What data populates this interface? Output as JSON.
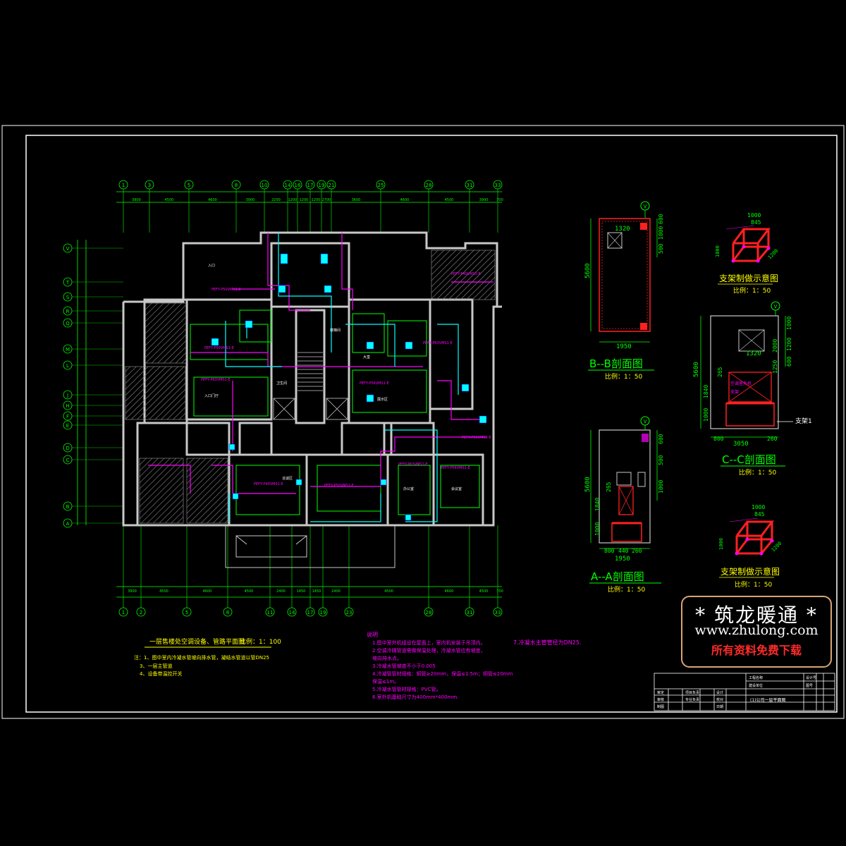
{
  "colors": {
    "background": "#000000",
    "frame": "#ffffff",
    "wall": "#c8c8c8",
    "dimension": "#00ff00",
    "pipe_magenta": "#ff00ff",
    "pipe_cyan": "#00ffff",
    "section_red": "#ff2020",
    "label_yellow": "#ffff00",
    "annotation_green": "#00ff00"
  },
  "top_axes": [
    "1",
    "3",
    "5",
    "8",
    "10",
    "14",
    "16",
    "17",
    "19",
    "21",
    "25",
    "28",
    "31",
    "33"
  ],
  "bottom_axes": [
    "1",
    "2",
    "5",
    "8",
    "11",
    "14",
    "17",
    "19",
    "23",
    "28",
    "31",
    "33"
  ],
  "left_axes": [
    "V",
    "T",
    "S",
    "R",
    "Q",
    "M",
    "L",
    "J",
    "H",
    "F",
    "E",
    "D",
    "C",
    "B",
    "A"
  ],
  "top_dims": [
    "3900",
    "4500",
    "4600",
    "3900",
    "2200",
    "1200",
    "1200",
    "1200",
    "2700",
    "3600",
    "4600",
    "4500",
    "3900",
    "700"
  ],
  "bottom_dims": [
    "3900",
    "4500",
    "4600",
    "4500",
    "2400",
    "1450",
    "1450",
    "2400",
    "4500",
    "4600",
    "4500",
    "700"
  ],
  "plan": {
    "caption": "一层售楼处空调设备、管路平面图",
    "scale": "比例：1：100",
    "notes": [
      "注：1、图中室内冷凝水管坡向排水管，凝结水管道以管DN25",
      "3、一层主管道",
      "4、设备带温控开关"
    ],
    "unit_labels": [
      "PEFY-P50VMS1-E",
      "PEFY-P63VMS1-E",
      "PEFY-P56VMS1-E",
      "PEFY-P40VMS1-E"
    ],
    "room_labels": [
      "入口",
      "楼梯间",
      "卫生间",
      "大堂",
      "入口门厅",
      "洽谈区",
      "办公室",
      "会议室",
      "展示区"
    ]
  },
  "general_notes": {
    "title": "说明",
    "lines": [
      "1.图中室外机组设在屋面上，室内机安装于吊顶内。",
      "2.空调冷媒管道需做保温处理，冷凝水管应有坡度，",
      "  坡向排水点。",
      "3.冷凝水管坡度不小于0.005",
      "4.冷凝管管材规格：铜管≥20mm，保温≤1.5m；铜管≤20mm",
      "  保温≤1m。",
      "5.冷凝水管管材规格：PVC管。",
      "6.室外机基础尺寸为400mm*400mm."
    ],
    "extra": "7.冷凝水主管管径为DN25."
  },
  "sections": {
    "bb_title": "B--B剖面图",
    "bb_scale": "比例：1：50",
    "bb_dims": [
      "1320",
      "1950",
      "5600",
      "1000",
      "500",
      "600"
    ],
    "cc_title": "C--C剖面图",
    "cc_scale": "比例：1：50",
    "cc_dims": [
      "1320",
      "3050",
      "800",
      "260",
      "5600",
      "1840",
      "1000",
      "1000",
      "1200",
      "600",
      "265",
      "1250",
      "2000"
    ],
    "cc_note": "支架1",
    "cc_inner_labels": [
      "空调室外机",
      "支架"
    ],
    "aa_title": "A--A剖面图",
    "aa_scale": "比例：1：50",
    "aa_dims": [
      "1950",
      "5600",
      "1840",
      "1000",
      "265",
      "800",
      "440",
      "260",
      "600",
      "500",
      "1000"
    ],
    "bracket1_title": "支架制做示意图",
    "bracket1_scale": "比例：1：50",
    "bracket1_dims": [
      "1000",
      "845",
      "1000",
      "1200"
    ],
    "bracket2_title": "支架制做示意图",
    "bracket2_scale": "比例：1：50",
    "bracket2_dims": [
      "1000",
      "845",
      "1000",
      "1200"
    ]
  },
  "watermark": {
    "title": "* 筑龙暖通 *",
    "url": "www.zhulong.com",
    "free": "所有资料免费下载"
  },
  "title_block": {
    "labels": [
      "工程名称",
      "建设单位",
      "设计号",
      "图号",
      "审定",
      "审核",
      "项目负责",
      "专业负责",
      "设计",
      "校对",
      "制图",
      "日期"
    ],
    "drawing_name": "(1)公司一层平面图"
  }
}
